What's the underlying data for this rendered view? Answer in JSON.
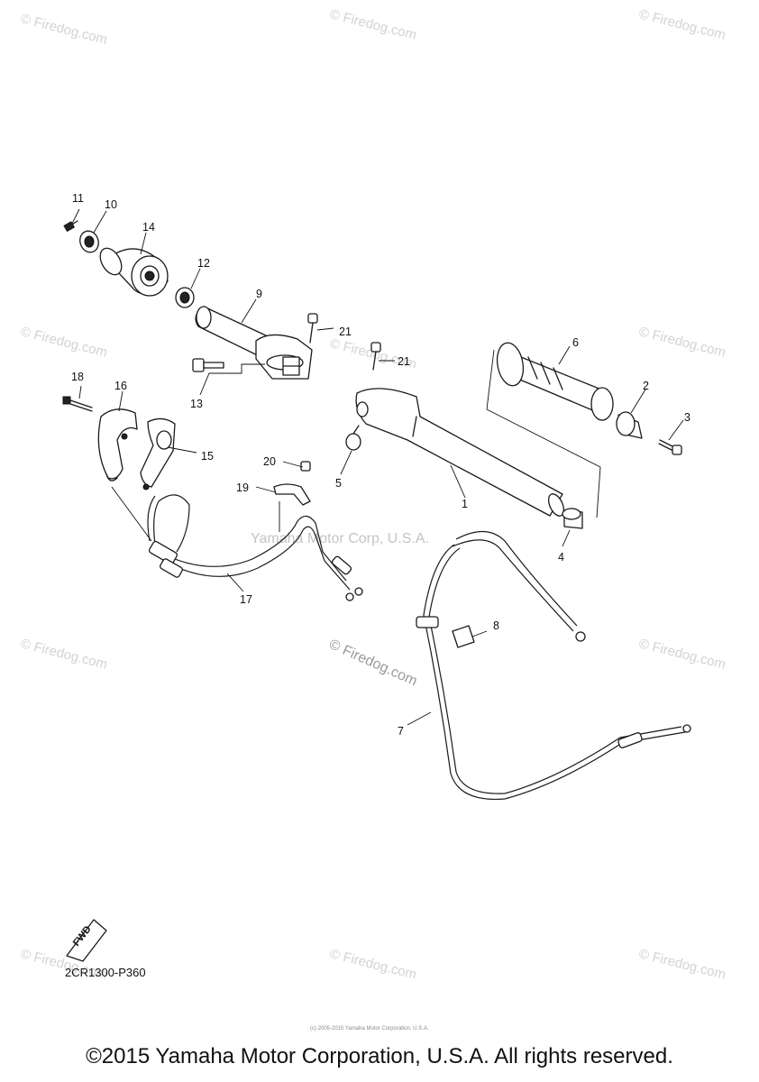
{
  "watermarks": {
    "site": "© Firedog.com",
    "center": "Yamaha Motor Corp, U.S.A.",
    "big": "© Firedog.com"
  },
  "callouts": [
    "1",
    "2",
    "3",
    "4",
    "5",
    "6",
    "7",
    "8",
    "9",
    "10",
    "11",
    "12",
    "13",
    "14",
    "15",
    "16",
    "17",
    "18",
    "19",
    "20",
    "21",
    "21"
  ],
  "fwd_label": "FWD",
  "diagram_code": "2CR1300-P360",
  "fine_print": "(c) 2005-2015 Yamaha Motor Corporation, U.S.A.",
  "footer": "©2015 Yamaha Motor Corporation, U.S.A. All rights reserved."
}
